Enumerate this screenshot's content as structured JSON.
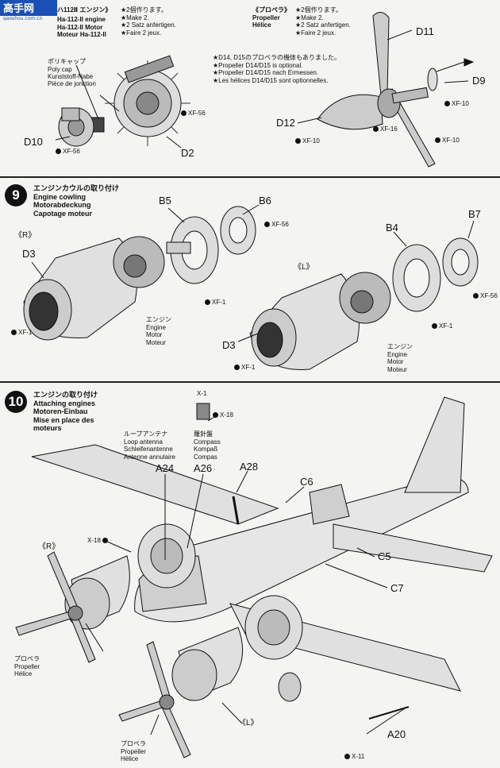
{
  "watermark": {
    "text": "高手网",
    "sub": "gaoshou.com.cn"
  },
  "step8": {
    "engine": {
      "title_jp": "ハ112Ⅱ エンジン》",
      "make2": "★2個作ります。\n★Make 2.\n★2 Satz anfertigen.\n★Faire 2 jeux.",
      "names": "Ha-112-II engine\nHa-112-II Motor\nMoteur Ha-112-II"
    },
    "polycap": {
      "jp": "ポリキャップ",
      "en": "Poly cap",
      "de": "Kunststoff-Nabe",
      "fr": "Pièce de jonction"
    },
    "propeller": {
      "title": "《プロペラ》\nPropeller\nHélice",
      "make2": "★2個作ります。\n★Make 2.\n★2 Satz anfertigen.\n★Faire 2 jeux."
    },
    "optional_note": "★D14, D15のプロペラの機体もありました。\n★Propeller D14/D15 is optional.\n★Propeller D14/D15 nach Ermessen.\n★Les hélices D14/D15 sont optionnelles.",
    "parts": {
      "d10": "D10",
      "d2": "D2",
      "d11": "D11",
      "d9": "D9",
      "d12": "D12"
    },
    "paints": {
      "xf56a": "XF-56",
      "xf56b": "XF-56",
      "xf10a": "XF-10",
      "xf16": "XF-16",
      "xf10b": "XF-10",
      "xf10c": "XF-10"
    }
  },
  "step9": {
    "number": "9",
    "title": "エンジンカウルの取り付け\nEngine cowling\nMotorabdeckung\nCapotage moteur",
    "side_r": "《R》",
    "side_l": "《L》",
    "engine_label": "エンジン\nEngine\nMotor\nMoteur",
    "parts": {
      "b5": "B5",
      "b6": "B6",
      "d3": "D3",
      "b4": "B4",
      "b7": "B7",
      "d3b": "D3"
    },
    "paints": {
      "xf56a": "XF-56",
      "xf1a": "XF-1",
      "xf1b": "XF-1",
      "xf1c": "XF-1",
      "xf56b": "XF-56",
      "xf1d": "XF-1"
    }
  },
  "step10": {
    "number": "10",
    "title": "エンジンの取り付け\nAttaching engines\nMotoren-Einbau\nMise en place des\nmoteurs",
    "loop_antenna": "ループアンテナ\nLoop antenna\nSchleifenantenne\nAntenne annulaire",
    "compass": "羅針盤\nCompass\nKompaß\nCompas",
    "side_r": "《R》",
    "side_l": "《L》",
    "propeller": "プロペラ\nPropeller\nHélice",
    "propeller2": "プロペラ\nPropeller\nHélice",
    "parts": {
      "a24": "A24",
      "a26": "A26",
      "a28": "A28",
      "c6": "C6",
      "c5": "C5",
      "c7": "C7",
      "a20": "A20"
    },
    "paints": {
      "x1a": "X-1",
      "x18a": "X-18",
      "x18b": "X-18",
      "x11": "X-11"
    }
  }
}
